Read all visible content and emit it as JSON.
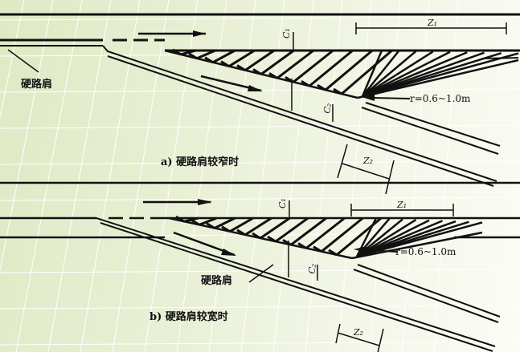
{
  "panel_a": {
    "caption": "a) 硬路肩较窄时",
    "shoulder_label": "硬路肩",
    "radius_label": "r=0.6~1.0m",
    "z1": "Z₁",
    "z2": "Z₂",
    "c1": "C₁",
    "c2": "C₂"
  },
  "panel_b": {
    "caption": "b) 硬路肩较宽时",
    "shoulder_label": "硬路肩",
    "radius_label": "r=0.6~1.0m",
    "z1": "Z₁",
    "z2": "Z₂",
    "c1": "C₁",
    "c2": "C₂"
  },
  "colors": {
    "line": "#111111",
    "grid": "#ffffff"
  }
}
